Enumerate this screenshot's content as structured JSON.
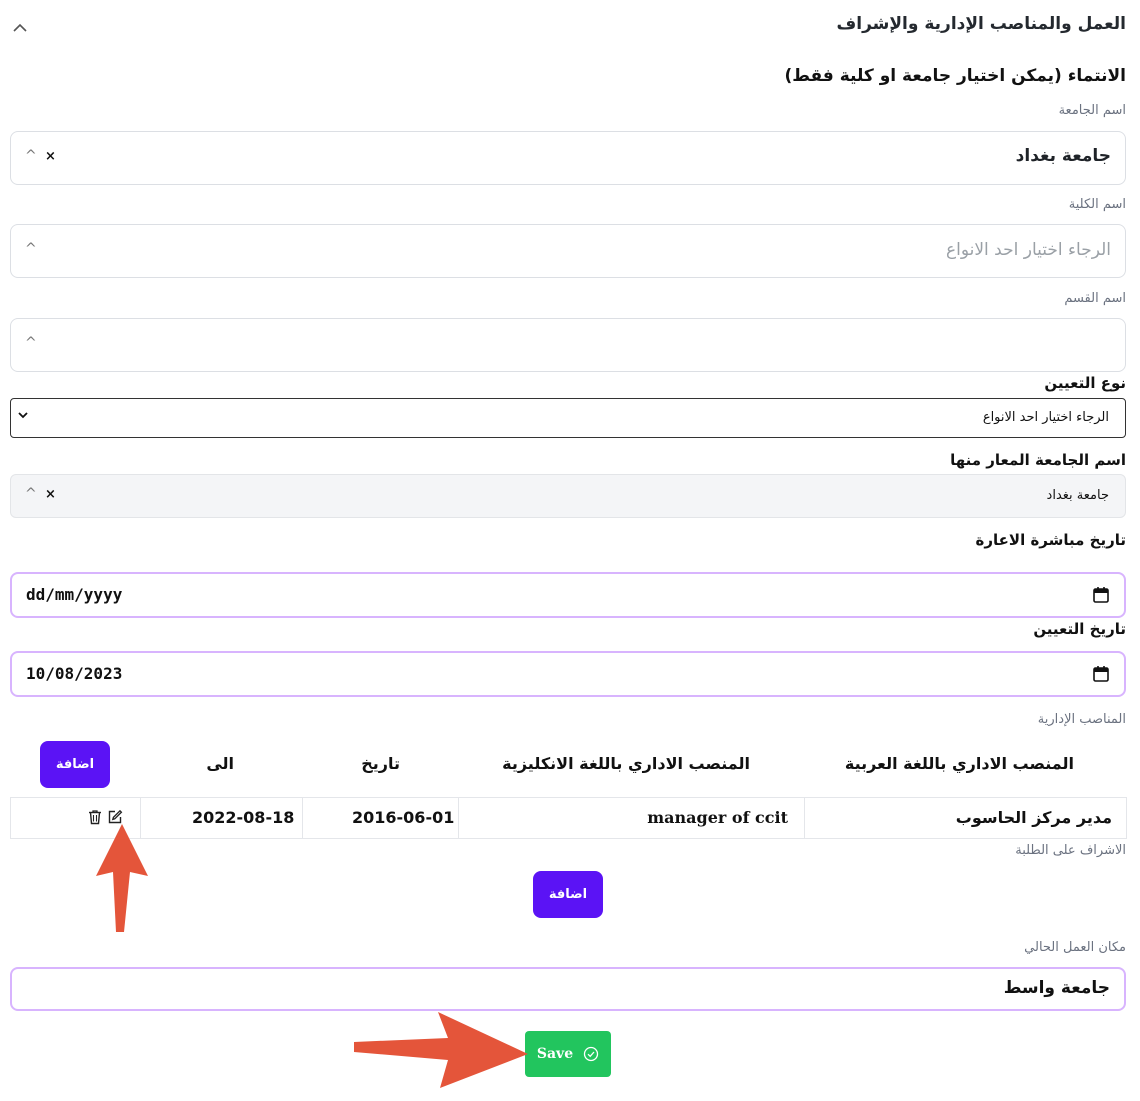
{
  "section": {
    "title": "العمل والمناصب الإدارية والإشراف"
  },
  "affiliation": {
    "title": "الانتماء (يمكن اختيار جامعة او كلية فقط)",
    "university_label": "اسم الجامعة",
    "university_value": "جامعة بغداد",
    "college_label": "اسم الكلية",
    "college_placeholder": "الرجاء اختيار احد الانواع",
    "department_label": "اسم القسم",
    "department_value": ""
  },
  "appointment": {
    "type_label": "نوع التعيين",
    "type_value": "الرجاء اختيار احد الانواع",
    "lending_university_label": "اسم الجامعة المعار منها",
    "lending_university_value": "جامعة بغداد",
    "secondment_date_label": "تاريخ مباشرة الاعارة",
    "secondment_date_value": "dd/mm/yyyy",
    "appointment_date_label": "تاريخ التعيين",
    "appointment_date_value": "10/08/2023"
  },
  "admin_positions": {
    "label": "المناصب الإدارية",
    "columns": [
      "المنصب الاداري باللغة العربية",
      "المنصب الاداري باللغة الانكليزية",
      "تاريخ",
      "الى"
    ],
    "add_label": "اضافة",
    "rows": [
      {
        "arabic": "مدير مركز الحاسوب",
        "english": "manager of ccit",
        "from": "2016-06-01",
        "to": "2022-08-18"
      }
    ]
  },
  "supervision": {
    "label": "الاشراف على الطلبة",
    "add_label": "اضافة"
  },
  "current_work": {
    "label": "مكان العمل الحالي",
    "value": "جامعة واسط"
  },
  "save": {
    "label": "Save"
  },
  "icons": {
    "collapse": "chevron-up-icon",
    "caret": "caret-up-icon",
    "clear": "x-icon",
    "select": "chevron-down-icon",
    "calendar": "calendar-icon",
    "delete": "trash-icon",
    "edit": "edit-icon",
    "save": "check-circle-icon",
    "annotation": "orange-arrow-icon"
  },
  "colors": {
    "primary": "#5b13f5",
    "save": "#22c55e",
    "focus_border": "#d8b4fe",
    "annotation": "#e4553a"
  }
}
